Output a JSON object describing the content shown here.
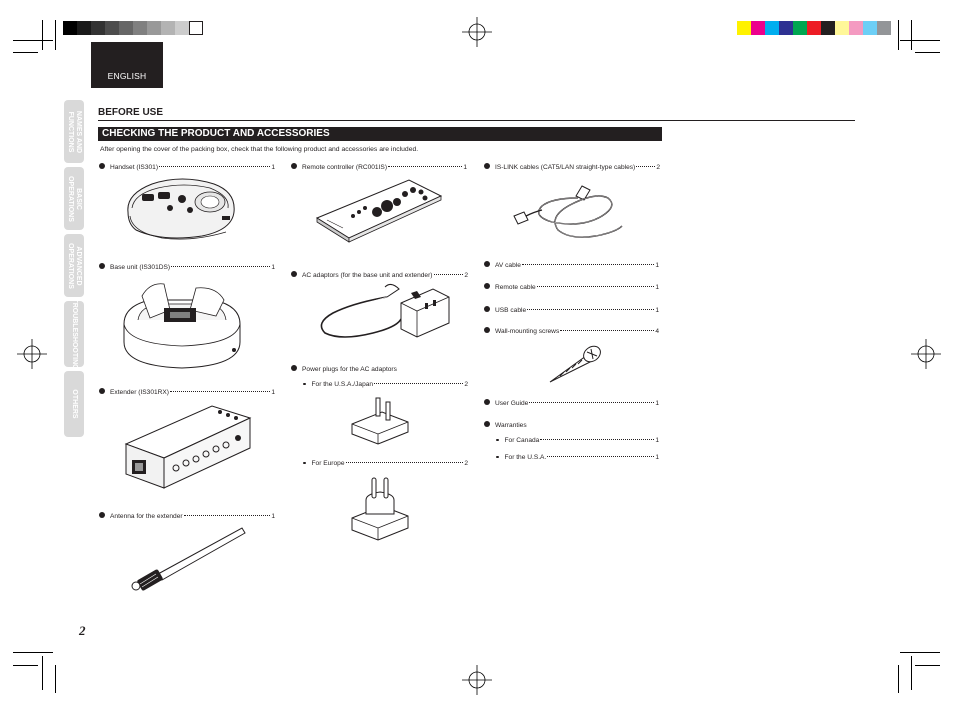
{
  "header": {
    "language_tab": "ENGLISH"
  },
  "side_tabs": [
    {
      "label": "NAMES AND\nFUNCTIONS"
    },
    {
      "label": "BASIC\nOPERATIONS"
    },
    {
      "label": "ADVANCED\nOPERATIONS"
    },
    {
      "label": "TROUBLESHOOTING"
    },
    {
      "label": "OTHERS"
    }
  ],
  "section": {
    "title": "BEFORE USE"
  },
  "subsection": {
    "title": "CHECKING THE PRODUCT AND ACCESSORIES"
  },
  "intro": "After opening the cover of the packing box, check that the following product and accessories are included.",
  "columns": {
    "left": [
      {
        "label": "Handset (IS301)",
        "qty": "1"
      },
      {
        "label": "Base unit (IS301DS)",
        "qty": "1"
      },
      {
        "label": "Extender (IS301RX)",
        "qty": "1"
      },
      {
        "label": "Antenna for the extender",
        "qty": "1"
      }
    ],
    "middle": [
      {
        "label": "Remote controller (RC001IS)",
        "qty": "1"
      },
      {
        "label": "AC adaptors (for the base unit and extender)",
        "qty": "2"
      },
      {
        "label": "Power plugs for the AC adaptors",
        "qty": ""
      },
      {
        "label": "For the U.S.A./Japan",
        "qty": "2"
      },
      {
        "label": "For Europe",
        "qty": "2"
      }
    ],
    "right": [
      {
        "label": "IS-LINK cables (CAT5/LAN straight-type cables)",
        "qty": "2"
      },
      {
        "label": "AV cable",
        "qty": "1"
      },
      {
        "label": "Remote cable",
        "qty": "1"
      },
      {
        "label": "USB cable",
        "qty": "1"
      },
      {
        "label": "Wall-mounting screws",
        "qty": "4"
      },
      {
        "label": "User Guide",
        "qty": "1"
      },
      {
        "label": "Warranties",
        "qty": ""
      },
      {
        "label": "For Canada",
        "qty": "1"
      },
      {
        "label": "For the U.S.A.",
        "qty": "1"
      }
    ]
  },
  "page_number": "2",
  "colors": {
    "gray_ramp": [
      "#000000",
      "#1a1a1a",
      "#333333",
      "#4d4d4d",
      "#666666",
      "#808080",
      "#999999",
      "#b3b3b3",
      "#cccccc",
      "#ffffff"
    ],
    "color_bar": [
      "#fff200",
      "#ec008c",
      "#00aeef",
      "#2e3192",
      "#00a651",
      "#ed1c24",
      "#231f20",
      "#fff799",
      "#f49ac1",
      "#6dcff6",
      "#939598"
    ]
  }
}
